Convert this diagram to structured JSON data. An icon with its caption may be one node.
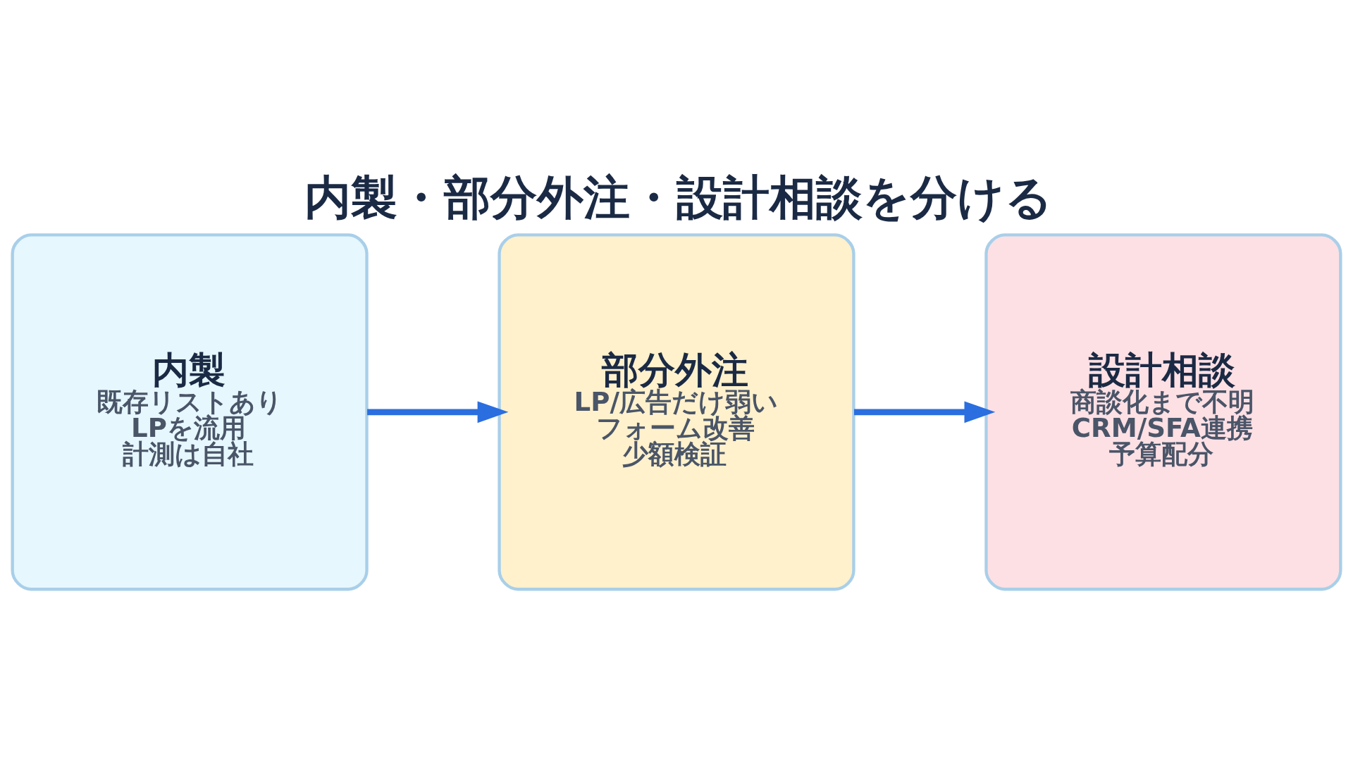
{
  "diagram": {
    "title": "内製・部分外注・設計相談を分ける",
    "nodes": [
      {
        "text": [
          "内製",
          "既存リストあり",
          "LPを流用",
          "計測は自社"
        ]
      },
      {
        "text": [
          "部分外注",
          "LP/広告だけ弱い",
          "フォーム改善",
          "少額検証"
        ]
      },
      {
        "text": [
          "設計相談",
          "商談化まで不明",
          "CRM/SFA連携",
          "予算配分"
        ]
      }
    ],
    "edges": [
      {
        "from": 0,
        "to": 1,
        "arrow": "to"
      },
      {
        "from": 1,
        "to": 2,
        "arrow": "to"
      }
    ]
  }
}
